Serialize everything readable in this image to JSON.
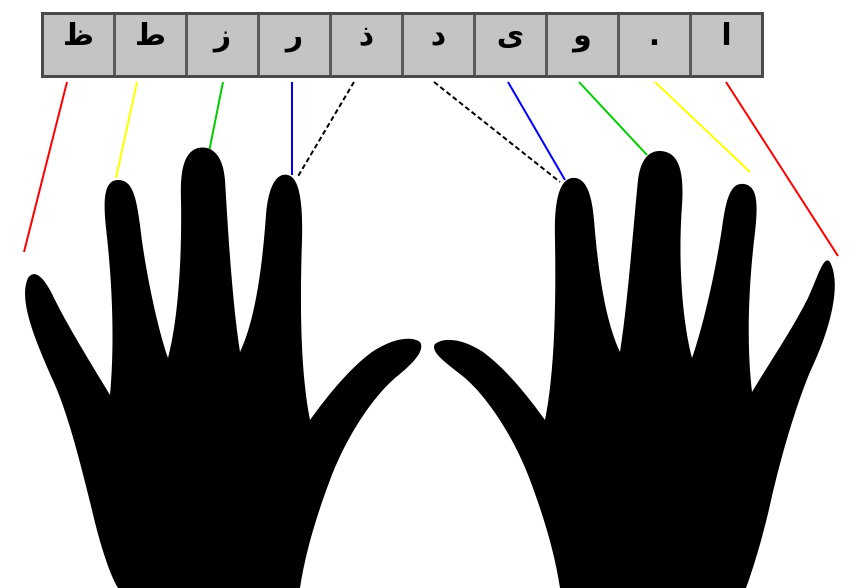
{
  "keyboard": {
    "keys": [
      "ظ",
      "ط",
      "ز",
      "ر",
      "ذ",
      "د",
      "ى",
      "و",
      ".",
      "ا"
    ]
  },
  "finger_lines": [
    {
      "key_index": 0,
      "finger": "left-pinky",
      "color": "#ff0000",
      "style": "solid"
    },
    {
      "key_index": 1,
      "finger": "left-ring",
      "color": "#ffff00",
      "style": "solid"
    },
    {
      "key_index": 2,
      "finger": "left-middle",
      "color": "#00cc00",
      "style": "solid"
    },
    {
      "key_index": 3,
      "finger": "left-index",
      "color": "#0000ff",
      "style": "solid"
    },
    {
      "key_index": 4,
      "finger": "left-index",
      "color": "#000000",
      "style": "dashed"
    },
    {
      "key_index": 5,
      "finger": "right-index",
      "color": "#000000",
      "style": "dashed"
    },
    {
      "key_index": 6,
      "finger": "right-index",
      "color": "#0000ff",
      "style": "solid"
    },
    {
      "key_index": 7,
      "finger": "right-middle",
      "color": "#00cc00",
      "style": "solid"
    },
    {
      "key_index": 8,
      "finger": "right-ring",
      "color": "#ffff00",
      "style": "solid"
    },
    {
      "key_index": 9,
      "finger": "right-pinky",
      "color": "#ff0000",
      "style": "solid"
    }
  ],
  "hand_color": "#000000",
  "key_color": "#c4c4c4",
  "keyboard_frame_color": "#5a5a5a"
}
